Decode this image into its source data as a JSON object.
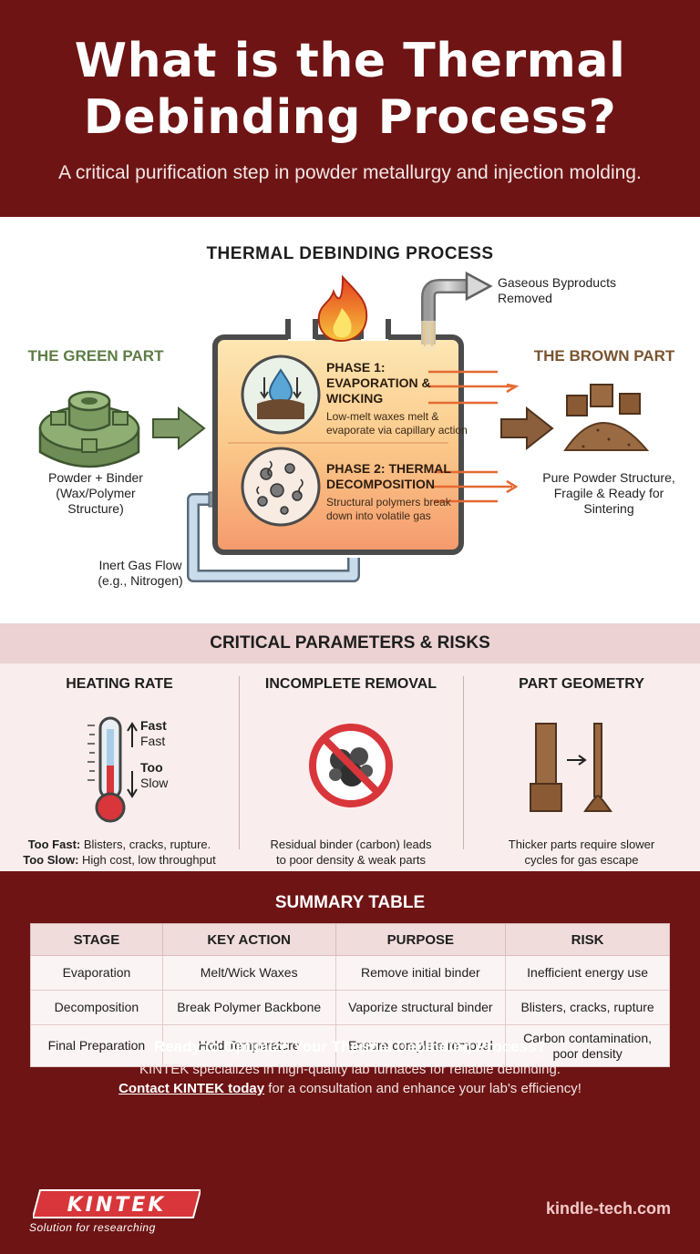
{
  "header": {
    "title_line1": "What is the Thermal",
    "title_line2": "Debinding Process?",
    "subtitle": "A critical purification step in powder metallurgy and injection molding."
  },
  "process": {
    "title": "THERMAL DEBINDING PROCESS",
    "green_part": {
      "title": "THE GREEN PART",
      "desc_line1": "Powder + Binder",
      "desc_line2": "(Wax/Polymer",
      "desc_line3": "Structure)"
    },
    "brown_part": {
      "title": "THE BROWN PART",
      "desc_line1": "Pure Powder Structure,",
      "desc_line2": "Fragile & Ready for",
      "desc_line3": "Sintering"
    },
    "gas_out": {
      "line1": "Gaseous Byproducts",
      "line2": "Removed"
    },
    "gas_in": {
      "line1": "Inert Gas Flow",
      "line2": "(e.g., Nitrogen)"
    },
    "phase1": {
      "title_line1": "PHASE 1:",
      "title_line2": "EVAPORATION &",
      "title_line3": "WICKING",
      "text_line1": "Low-melt waxes melt &",
      "text_line2": "evaporate via capillary action"
    },
    "phase2": {
      "title_line1": "PHASE 2: THERMAL",
      "title_line2": "DECOMPOSITION",
      "text_line1": "Structural polymers break",
      "text_line2": "down into volatile gas"
    }
  },
  "params": {
    "title": "CRITICAL PARAMETERS & RISKS",
    "heating": {
      "title": "HEATING RATE",
      "fast_bold": "Fast",
      "fast": "Fast",
      "too_bold": "Too",
      "slow": "Slow",
      "desc1_bold": "Too Fast:",
      "desc1": " Blisters, cracks, rupture.",
      "desc2_bold": "Too Slow:",
      "desc2": " High cost, low throughput"
    },
    "removal": {
      "title": "INCOMPLETE REMOVAL",
      "desc_line1": "Residual binder (carbon) leads",
      "desc_line2": "to poor density & weak parts"
    },
    "geometry": {
      "title": "PART GEOMETRY",
      "desc_line1": "Thicker parts require slower",
      "desc_line2": "cycles for gas escape"
    }
  },
  "summary": {
    "title": "SUMMARY TABLE",
    "headers": [
      "STAGE",
      "KEY ACTION",
      "PURPOSE",
      "RISK"
    ],
    "rows": [
      [
        "Evaporation",
        "Melt/Wick Waxes",
        "Remove initial binder",
        "Inefficient energy use"
      ],
      [
        "Decomposition",
        "Break Polymer Backbone",
        "Vaporize structural binder",
        "Blisters, cracks, rupture"
      ],
      [
        "Final Preparation",
        "Hold Temperature",
        "Ensure complete removal",
        "Carbon contamination, poor density"
      ]
    ]
  },
  "cta": {
    "question": "Ready to Optimize Your Thermal Debinding Process?",
    "line1": "KINTEK specializes in high-quality lab furnaces for reliable debinding.",
    "link": "Contact KINTEK today",
    "line2_rest": " for a consultation and enhance your lab's efficiency!"
  },
  "brand": {
    "logo_text": "KINTEK",
    "tagline": "Solution for researching",
    "website": "kindle-tech.com"
  },
  "colors": {
    "maroon": "#6e1414",
    "green": "#5d7d45",
    "brown": "#7a5430",
    "red_accent": "#d8363a"
  }
}
